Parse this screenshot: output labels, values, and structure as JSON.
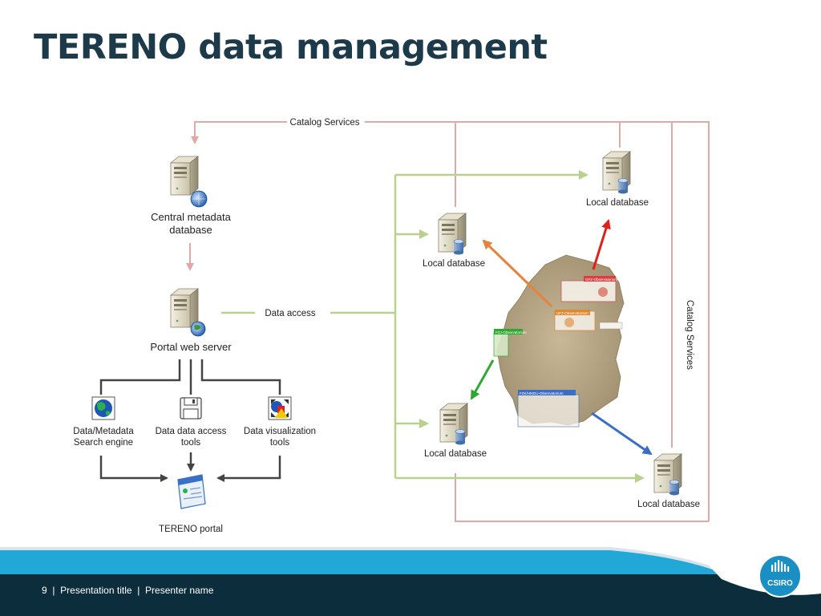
{
  "slide": {
    "title": "TERENO data management",
    "footer": {
      "page_number": "9",
      "separator": "|",
      "presentation_title": "Presentation title",
      "presenter_name": "Presenter name"
    },
    "logo_text": "CSIRO"
  },
  "diagram": {
    "edges": {
      "catalog_top": "Catalog Services",
      "catalog_right": "Catalog Services",
      "data_access": "Data access"
    },
    "nodes": {
      "central_db": [
        "Central metadata",
        "database"
      ],
      "portal_server": "Portal web server",
      "search_engine": [
        "Data/Metadata",
        "Search engine"
      ],
      "access_tools": [
        "Data data access",
        "tools"
      ],
      "viz_tools": [
        "Data visualization",
        "tools"
      ],
      "portal": "TERENO portal",
      "local_db_1": "Local database",
      "local_db_2": "Local database",
      "local_db_3": "Local database",
      "local_db_4": "Local database"
    },
    "observatories": [
      "GFZ-Observatorium",
      "UFZ-Observatorium",
      "FZJ-Observatorium",
      "FZK/HMGU-Observatorium"
    ],
    "colors": {
      "catalog_line": "#e0a9a5",
      "data_line": "#b7d28c",
      "arrow_orange": "#e8823a",
      "arrow_red": "#e0201a",
      "arrow_green": "#2ea830",
      "arrow_blue": "#3a6fc8",
      "title": "#1c3a4a",
      "footer_bg": "#0c2e3c",
      "footer_band": "#22a8d6"
    }
  }
}
